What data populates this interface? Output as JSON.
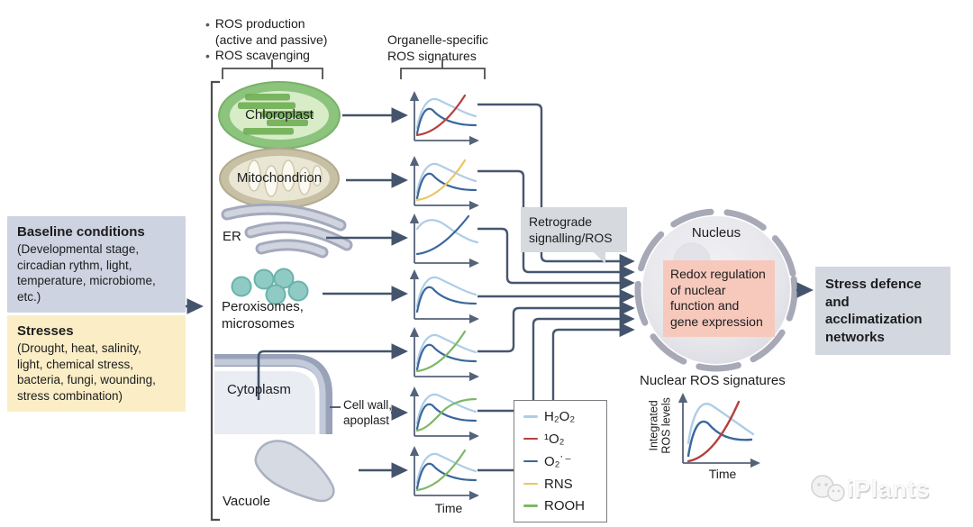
{
  "palette": {
    "h2o2": "#aecde6",
    "singlet_o2": "#b5403c",
    "superoxide": "#3a679c",
    "rns": "#e9c566",
    "rooh": "#7cb865",
    "arrow": "#44546c",
    "baseline_box_bg": "#cdd3e0",
    "stress_box_bg": "#fbeec6",
    "retrograde_box_bg": "#d6d9dd",
    "redox_box_bg": "#f6c9bc",
    "output_box_bg": "#d3d7e0"
  },
  "top": {
    "bullet1": "ROS production\n(active and passive)",
    "bullet2": "ROS scavenging",
    "organelle_heading": "Organelle-specific\nROS signatures"
  },
  "inputs": {
    "baseline_title": "Baseline conditions",
    "baseline_body": "(Developmental stage,\ncircadian rythm, light,\ntemperature, microbiome,\netc.)",
    "stresses_title": "Stresses",
    "stresses_body": "(Drought, heat, salinity,\nlight, chemical stress,\nbacteria, fungi, wounding,\nstress combination)"
  },
  "organelles": {
    "chloroplast": "Chloroplast",
    "mitochondrion": "Mitochondrion",
    "er": "ER",
    "peroxisomes": "Peroxisomes,\nmicrosomes",
    "cytoplasm": "Cytoplasm",
    "cell_wall": "Cell wall,\napoplast",
    "vacuole": "Vacuole"
  },
  "retrograde_label": "Retrograde\nsignalling/ROS",
  "nucleus": {
    "label": "Nucleus",
    "redox_text": "Redox regulation\nof nuclear\nfunction and\ngene expression"
  },
  "output_label": "Stress defence and\nacclimatization\nnetworks",
  "nuclear_signatures": {
    "title": "Nuclear ROS signatures",
    "ylabel": "Integrated\nROS levels",
    "xlabel": "Time"
  },
  "time_axis_label": "Time",
  "legend": {
    "items": [
      {
        "label": "H₂O₂",
        "color": "#aecde6"
      },
      {
        "label": "¹O₂",
        "color": "#b5403c"
      },
      {
        "label": "O₂˙⁻",
        "color": "#3a679c"
      },
      {
        "label": "RNS",
        "color": "#e9c566"
      },
      {
        "label": "ROOH",
        "color": "#7cb865"
      }
    ]
  },
  "watermark": "iPlants",
  "chart_data": [
    {
      "id": "chloroplast",
      "type": "line",
      "xlabel": "Time",
      "series": [
        {
          "name": "H₂O₂",
          "trend": "fast rise to broad peak then slow decline"
        },
        {
          "name": "O₂˙⁻",
          "trend": "sharp early peak then decline"
        },
        {
          "name": "¹O₂",
          "trend": "continuous accelerating rise"
        }
      ]
    },
    {
      "id": "mitochondrion",
      "type": "line",
      "xlabel": "Time",
      "series": [
        {
          "name": "H₂O₂",
          "trend": "fast rise to broad peak then slow decline"
        },
        {
          "name": "O₂˙⁻",
          "trend": "sharp early peak then decline"
        },
        {
          "name": "RNS",
          "trend": "continuous accelerating rise"
        }
      ]
    },
    {
      "id": "er",
      "type": "line",
      "xlabel": "Time",
      "series": [
        {
          "name": "H₂O₂",
          "trend": "early peak then steady decline"
        },
        {
          "name": "O₂˙⁻",
          "trend": "continuous accelerating rise"
        }
      ]
    },
    {
      "id": "peroxisomes_microsomes",
      "type": "line",
      "xlabel": "Time",
      "series": [
        {
          "name": "H₂O₂",
          "trend": "fast rise to broad peak then slow decline"
        },
        {
          "name": "O₂˙⁻",
          "trend": "sharp early peak then decline"
        }
      ]
    },
    {
      "id": "cytoplasm",
      "type": "line",
      "xlabel": "Time",
      "series": [
        {
          "name": "H₂O₂",
          "trend": "fast rise to broad peak then slow decline"
        },
        {
          "name": "O₂˙⁻",
          "trend": "sharp early peak then decline"
        },
        {
          "name": "ROOH",
          "trend": "continuous rise"
        }
      ]
    },
    {
      "id": "cell_wall_apoplast",
      "type": "line",
      "xlabel": "Time",
      "series": [
        {
          "name": "H₂O₂",
          "trend": "fast rise to broad peak then slow decline"
        },
        {
          "name": "O₂˙⁻",
          "trend": "sharp early peak then decline"
        },
        {
          "name": "ROOH",
          "trend": "rise then plateau"
        }
      ]
    },
    {
      "id": "vacuole",
      "type": "line",
      "xlabel": "Time",
      "series": [
        {
          "name": "H₂O₂",
          "trend": "fast rise to broad peak then slow decline"
        },
        {
          "name": "O₂˙⁻",
          "trend": "sharp early peak then decline"
        },
        {
          "name": "ROOH",
          "trend": "continuous rise"
        }
      ]
    },
    {
      "id": "nuclear_ros_signatures",
      "type": "line",
      "title": "Nuclear ROS signatures",
      "ylabel": "Integrated ROS levels",
      "xlabel": "Time",
      "series": [
        {
          "name": "H₂O₂",
          "trend": "fast rise to broad peak then slow decline"
        },
        {
          "name": "O₂˙⁻",
          "trend": "sharp early peak then decline"
        },
        {
          "name": "¹O₂",
          "trend": "continuous accelerating rise"
        }
      ]
    }
  ]
}
